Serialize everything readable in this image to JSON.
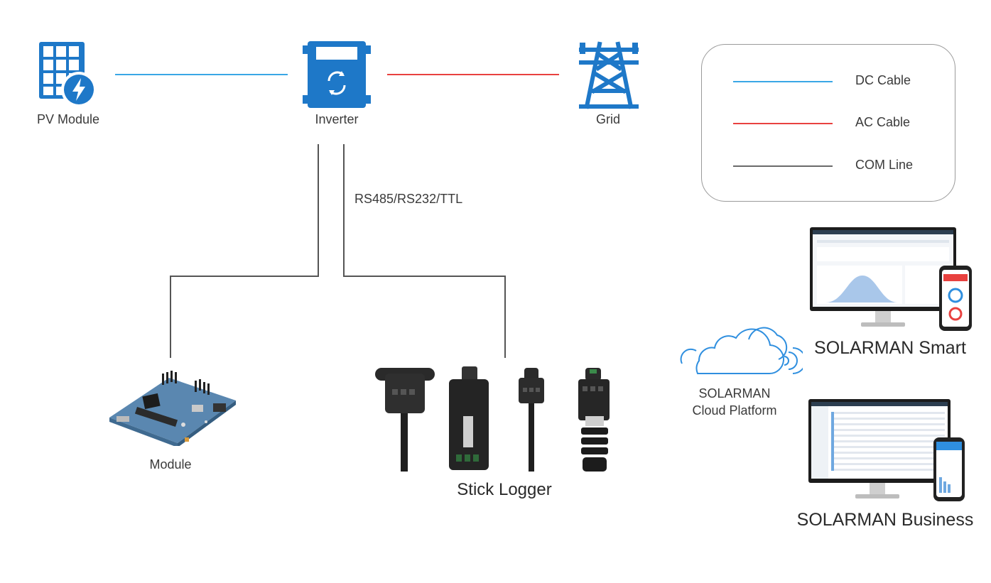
{
  "colors": {
    "dc_cable": "#3aa7e6",
    "ac_cable": "#e8413f",
    "com_line": "#555555",
    "device_blue": "#1e78c8"
  },
  "nodes": {
    "pv_module": "PV Module",
    "inverter": "Inverter",
    "grid": "Grid",
    "module": "Module",
    "stick_logger": "Stick Logger"
  },
  "protocol_label": "RS485/RS232/TTL",
  "legend": {
    "dc": "DC Cable",
    "ac": "AC Cable",
    "com": "COM Line"
  },
  "cloud": {
    "line1": "SOLARMAN",
    "line2": "Cloud Platform"
  },
  "apps": {
    "smart": "SOLARMAN Smart",
    "business": "SOLARMAN Business"
  }
}
